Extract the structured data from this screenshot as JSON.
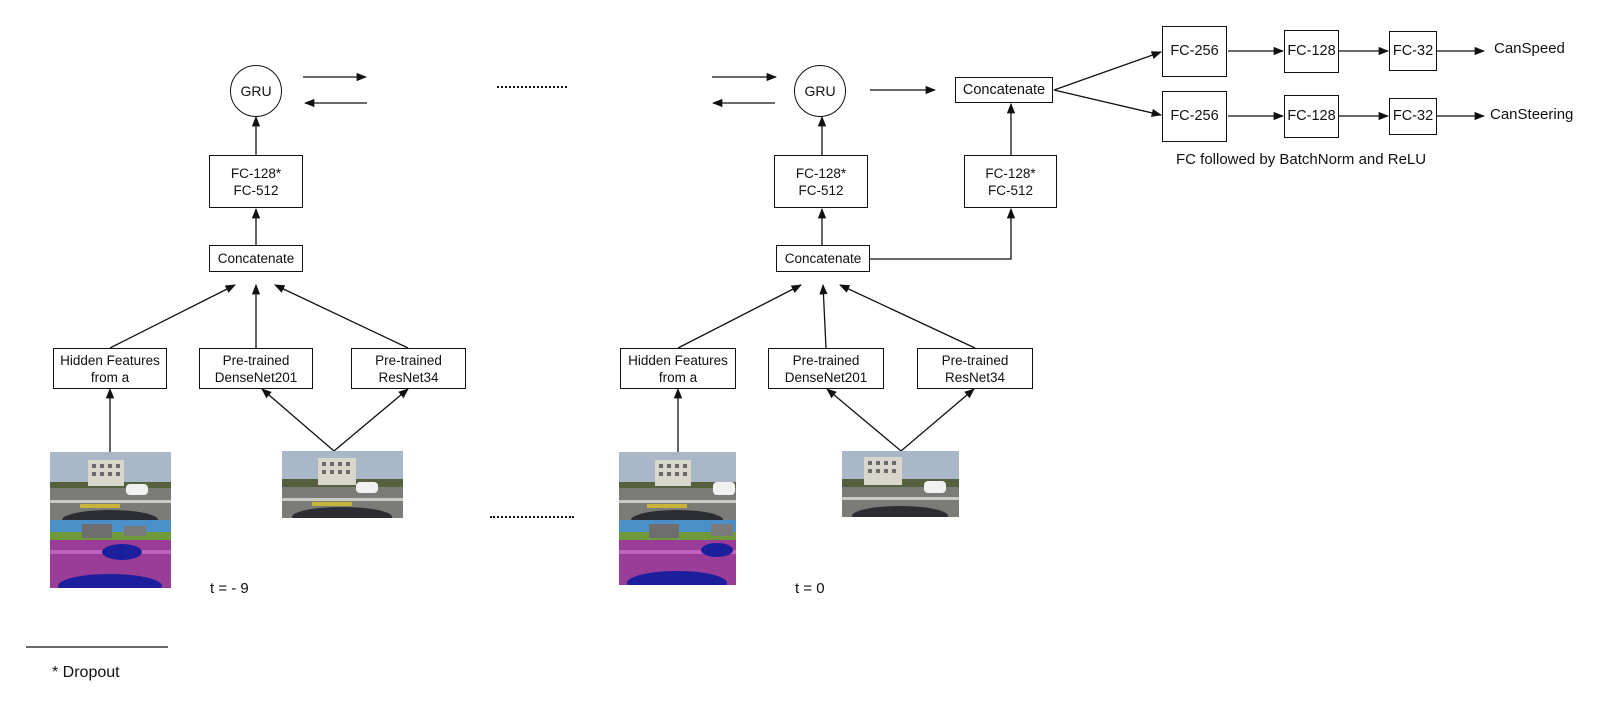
{
  "left": {
    "gru": "GRU",
    "fc_line1": "FC-128*",
    "fc_line2": "FC-512",
    "concat": "Concatenate",
    "hidden_line1": "Hidden Features",
    "hidden_line2": "from a",
    "dense_line1": "Pre-trained",
    "dense_line2": "DenseNet201",
    "resnet_line1": "Pre-trained",
    "resnet_line2": "ResNet34",
    "time": "t = - 9"
  },
  "right": {
    "gru": "GRU",
    "fc_line1": "FC-128*",
    "fc_line2": "FC-512",
    "concat": "Concatenate",
    "hidden_line1": "Hidden Features",
    "hidden_line2": "from a",
    "dense_line1": "Pre-trained",
    "dense_line2": "DenseNet201",
    "resnet_line1": "Pre-trained",
    "resnet_line2": "ResNet34",
    "time": "t = 0",
    "side_fc_line1": "FC-128*",
    "side_fc_line2": "FC-512",
    "top_concat": "Concatenate"
  },
  "head": {
    "speed_fc256": "FC-256",
    "speed_fc128": "FC-128",
    "speed_fc32": "FC-32",
    "speed_label": "CanSpeed",
    "steer_fc256": "FC-256",
    "steer_fc128": "FC-128",
    "steer_fc32": "FC-32",
    "steer_label": "CanSteering",
    "note": "FC followed by BatchNorm and ReLU"
  },
  "footnote": "* Dropout",
  "colors": {
    "line": "#111111",
    "sky": "#a9b8c9",
    "road": "#7b7b78",
    "seg_sky": "#4a8fc8",
    "seg_road": "#9a3d99",
    "seg_car": "#1b1f9c",
    "seg_veg": "#6f9a3a"
  },
  "images": [
    {
      "name": "left-camera-seg-image",
      "kind": "camera+segmentation"
    },
    {
      "name": "left-camera-image",
      "kind": "camera"
    },
    {
      "name": "right-camera-seg-image",
      "kind": "camera+segmentation"
    },
    {
      "name": "right-camera-image",
      "kind": "camera"
    }
  ]
}
